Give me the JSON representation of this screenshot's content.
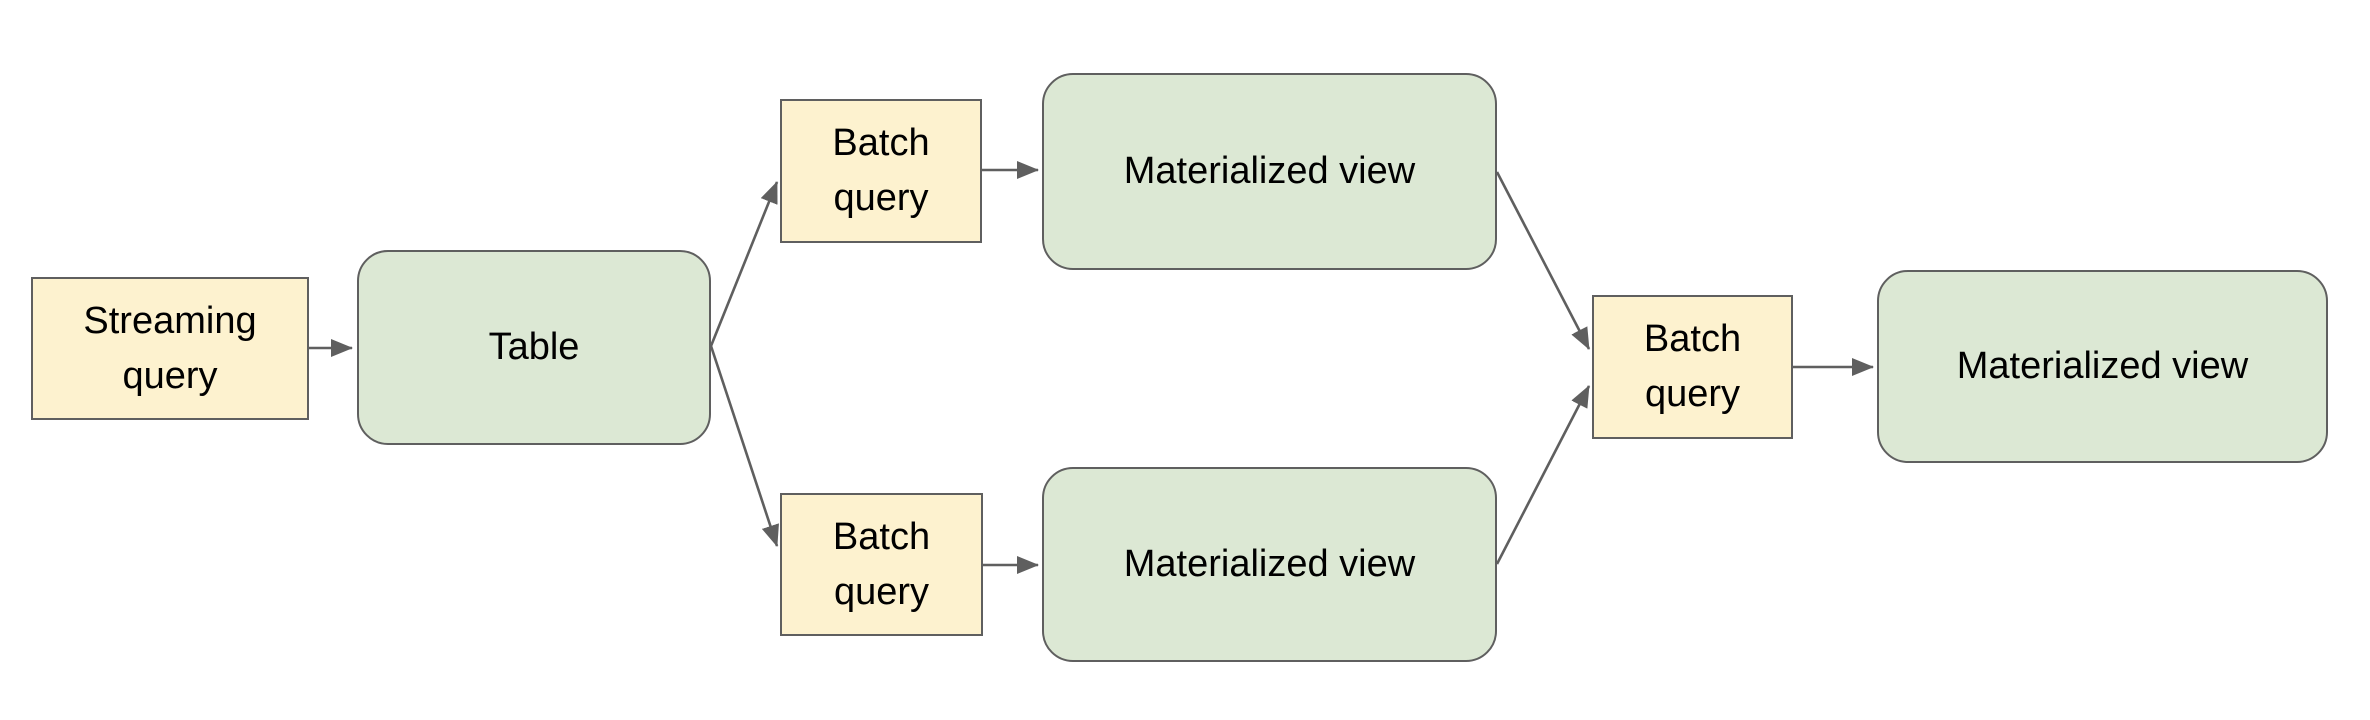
{
  "diagram": {
    "colors": {
      "background": "#ffffff",
      "query_fill": "#fdf2cf",
      "query_border": "#5f5f5f",
      "entity_fill": "#dce8d4",
      "entity_border": "#5f5f5f",
      "arrow": "#5f5f5f",
      "text": "#000000"
    },
    "nodes": {
      "streaming_query": {
        "label": "Streaming\nquery",
        "type": "query"
      },
      "table": {
        "label": "Table",
        "type": "entity"
      },
      "batch_query_top": {
        "label": "Batch\nquery",
        "type": "query"
      },
      "materialized_view_top": {
        "label": "Materialized view",
        "type": "entity"
      },
      "batch_query_bottom": {
        "label": "Batch\nquery",
        "type": "query"
      },
      "materialized_view_bottom": {
        "label": "Materialized view",
        "type": "entity"
      },
      "batch_query_right": {
        "label": "Batch\nquery",
        "type": "query"
      },
      "materialized_view_right": {
        "label": "Materialized view",
        "type": "entity"
      }
    },
    "edges": [
      {
        "from": "streaming_query",
        "to": "table"
      },
      {
        "from": "table",
        "to": "batch_query_top"
      },
      {
        "from": "batch_query_top",
        "to": "materialized_view_top"
      },
      {
        "from": "table",
        "to": "batch_query_bottom"
      },
      {
        "from": "batch_query_bottom",
        "to": "materialized_view_bottom"
      },
      {
        "from": "materialized_view_top",
        "to": "batch_query_right"
      },
      {
        "from": "materialized_view_bottom",
        "to": "batch_query_right"
      },
      {
        "from": "batch_query_right",
        "to": "materialized_view_right"
      }
    ]
  }
}
